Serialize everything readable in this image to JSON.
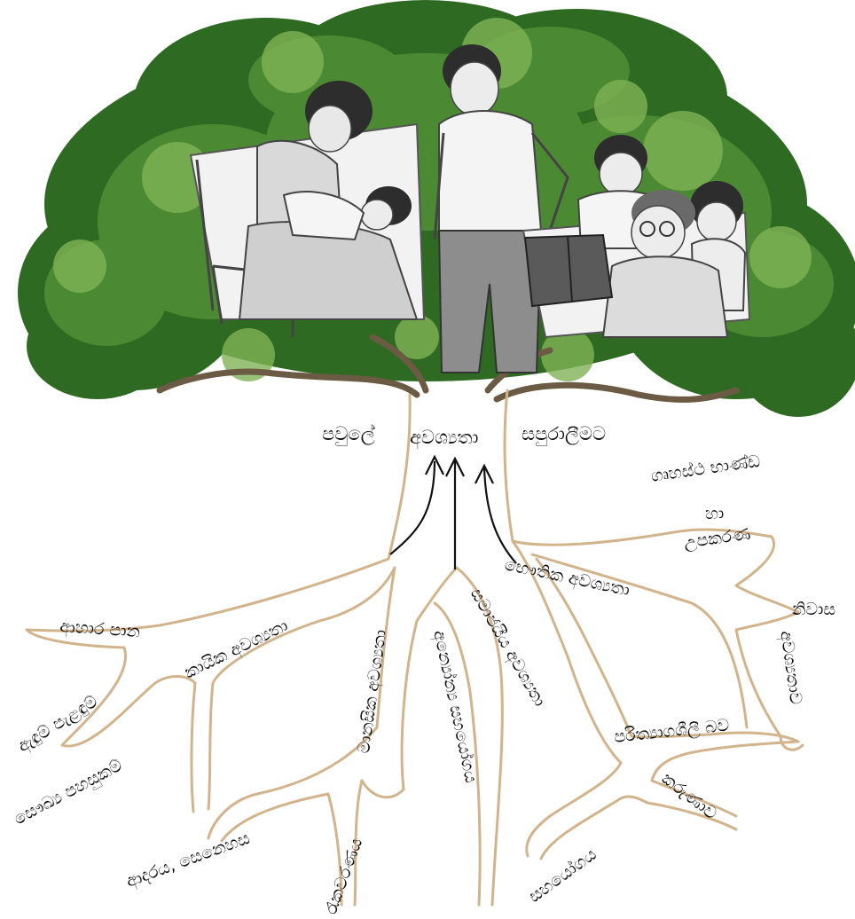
{
  "center_label": {
    "left": "පවුලේ",
    "middle": "අවශ්‍යතා",
    "right": "සපුරාලීමට"
  },
  "needs": {
    "physical_body": "කායික අවශ්‍යතා",
    "mental": "මානසික අවශ්‍යතා",
    "mutual": "අන්‍යෝන්‍ය සහයෝගය",
    "social": "සමාජයීය අවශ්‍යතා",
    "material": "භෞතික අවශ්‍යතා"
  },
  "leaves": {
    "food": "ආහාර පාන",
    "clothing": "ඇඳුම් පැළඳුම්",
    "health": "සෞඛ්‍ය පහසුකම්",
    "love": "ආදරය, සෙනෙහස",
    "protection": "රැකවරණය",
    "cooperation": "සහයෝගය",
    "compassion": "කරුණාව",
    "generosity": "පරිත්‍යාගශීලී බව",
    "household": [
      "ගෘහස්ථ භාණ්ඩ",
      "හා",
      "උපකරණ"
    ],
    "housing": [
      "නිවාස",
      "අවශ්‍යතාව"
    ]
  },
  "colors": {
    "root_outline": "#d2b48c",
    "arrow": "#111111",
    "foliage_dark": "#2f6a22",
    "foliage_mid": "#4b8a32",
    "foliage_light": "#7fb356",
    "trunk": "#6b5a44"
  }
}
